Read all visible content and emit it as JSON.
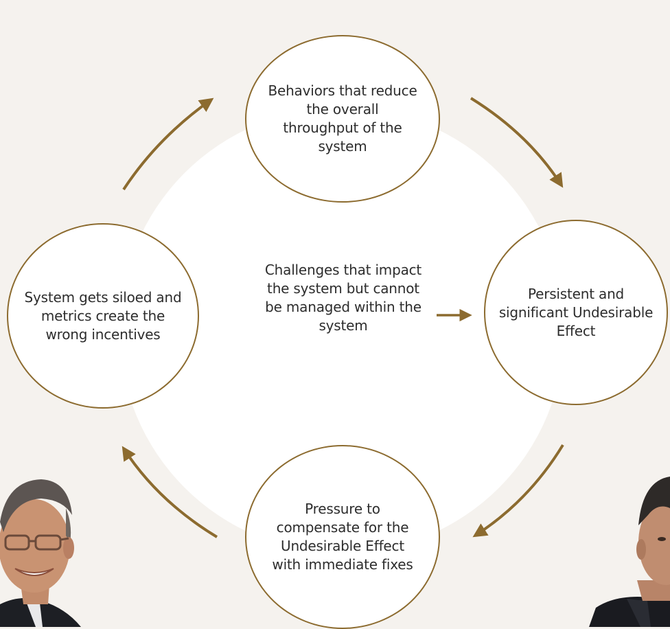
{
  "diagram": {
    "nodes": {
      "top": "Behaviors that reduce the overall throughput of the system",
      "right": "Persistent and significant Undesirable Effect",
      "bottom": "Pressure to compensate for the Undesirable Effect with immediate fixes",
      "left": "System gets siloed and metrics create the wrong incentives"
    },
    "center": "Challenges that impact the system but cannot be managed within the system"
  },
  "colors": {
    "background": "#f5f2ee",
    "accent": "#8c6b2f",
    "inner_circle": "#ffffff"
  },
  "photos": [
    {
      "name": "presenter-photo-left"
    },
    {
      "name": "presenter-photo-right"
    }
  ]
}
